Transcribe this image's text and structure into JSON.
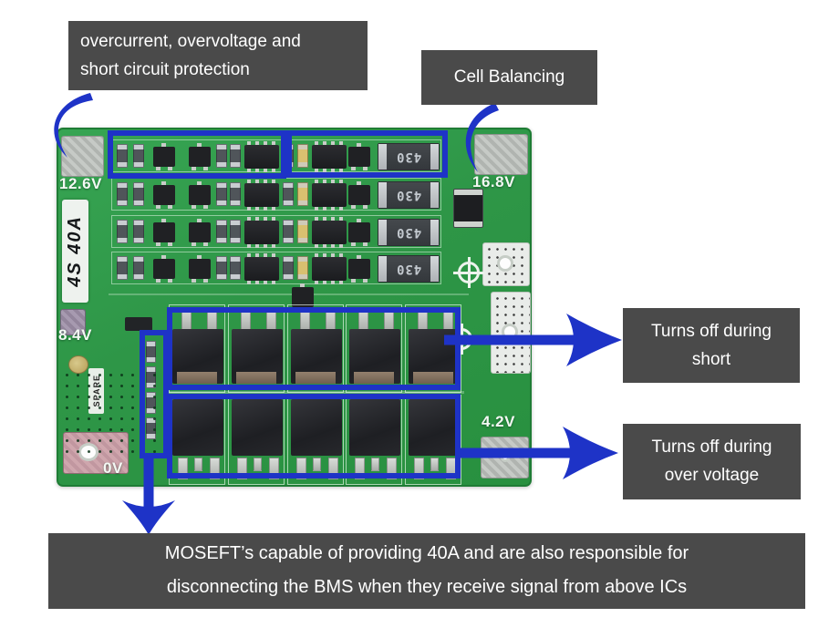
{
  "callouts": {
    "protection": {
      "line1": "overcurrent, overvoltage and",
      "line2": "short circuit protection"
    },
    "balancing": {
      "label": "Cell Balancing"
    },
    "short_off": {
      "line1": "Turns off during",
      "line2": "short"
    },
    "overvoltage_off": {
      "line1": "Turns off during",
      "line2": "over voltage"
    },
    "mosfet_note": {
      "line1": "MOSEFT’s capable of providing 40A and are also responsible for",
      "line2": "disconnecting the BMS when they receive signal from above ICs"
    }
  },
  "board": {
    "labels": {
      "pack_voltage": "12.6V",
      "max_voltage": "16.8V",
      "mid_voltage": "8.4V",
      "zero_voltage": "0V",
      "cell_voltage": "4.2V",
      "rating": "4S 40A",
      "spare": "SPARE"
    },
    "balance_resistor_marking": "430",
    "balance_resistor_count": 4,
    "component_rows": 4,
    "mosfet_grid": {
      "rows": 2,
      "columns": 5
    }
  },
  "colors": {
    "annotation_blue": "#1e33c7",
    "callout_bg": "#4a4a4a",
    "callout_text": "#ffffff",
    "pcb_green": "#2e9647"
  }
}
